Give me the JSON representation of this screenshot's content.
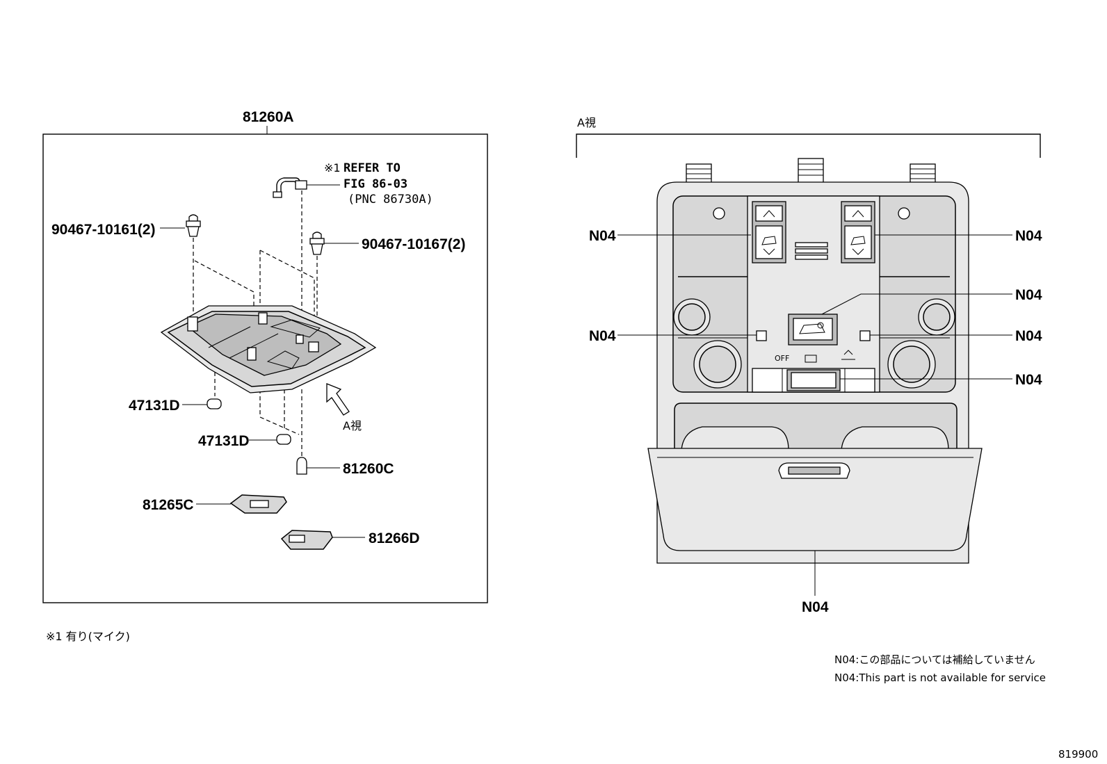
{
  "left_panel": {
    "assembly_label": "81260A",
    "refer_note_mark": "※1",
    "refer_note_line1": "REFER TO",
    "refer_note_line2": "FIG 86-03",
    "refer_note_line3": "(PNC 86730A)",
    "part_screw_left": "90467-10161(2)",
    "part_screw_right": "90467-10167(2)",
    "part_cap_1": "47131D",
    "part_cap_2": "47131D",
    "part_bulb": "81260C",
    "part_cover_1": "81265C",
    "part_cover_2": "81266D",
    "view_arrow_label": "A視"
  },
  "right_panel": {
    "view_label": "A視",
    "callout": "N04",
    "switch_off_text": "OFF"
  },
  "footnotes": {
    "mark_note": "※1 有り(マイク)",
    "n04_japanese": "N04:この部品については補給していません",
    "n04_english": "N04:This part is not available for service",
    "figure_number": "819900"
  },
  "icons": [
    "arrow-up-icon",
    "arrow-down-icon",
    "car-icon",
    "dome-light-icon",
    "door-icon"
  ]
}
